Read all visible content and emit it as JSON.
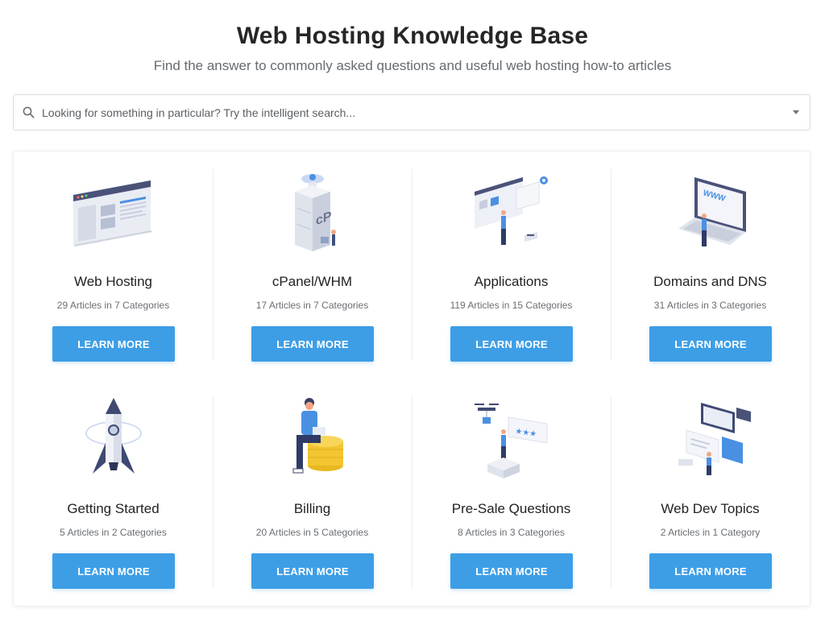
{
  "header": {
    "title": "Web Hosting Knowledge Base",
    "subtitle": "Find the answer to commonly asked questions and useful web hosting how-to articles"
  },
  "search": {
    "placeholder": "Looking for something in particular? Try the intelligent search...",
    "icon": "search-icon",
    "dropdown_icon": "chevron-down-icon"
  },
  "colors": {
    "accent": "#3d9ee6",
    "title": "#262626",
    "muted": "#6a6e73"
  },
  "categories": [
    {
      "title": "Web Hosting",
      "meta": "29 Articles in 7 Categories",
      "button": "LEARN MORE",
      "icon": "browser-window-illustration"
    },
    {
      "title": "cPanel/WHM",
      "meta": "17 Articles in 7 Categories",
      "button": "LEARN MORE",
      "icon": "server-cpanel-illustration"
    },
    {
      "title": "Applications",
      "meta": "119 Articles in 15 Categories",
      "button": "LEARN MORE",
      "icon": "app-panels-illustration"
    },
    {
      "title": "Domains and DNS",
      "meta": "31 Articles in 3 Categories",
      "button": "LEARN MORE",
      "icon": "laptop-www-illustration"
    },
    {
      "title": "Getting Started",
      "meta": "5 Articles in 2 Categories",
      "button": "LEARN MORE",
      "icon": "rocket-illustration"
    },
    {
      "title": "Billing",
      "meta": "20 Articles in 5 Categories",
      "button": "LEARN MORE",
      "icon": "person-coins-illustration"
    },
    {
      "title": "Pre-Sale Questions",
      "meta": "8 Articles in 3 Categories",
      "button": "LEARN MORE",
      "icon": "drone-reviews-illustration"
    },
    {
      "title": "Web Dev Topics",
      "meta": "2 Articles in 1 Category",
      "button": "LEARN MORE",
      "icon": "developer-screens-illustration"
    }
  ]
}
